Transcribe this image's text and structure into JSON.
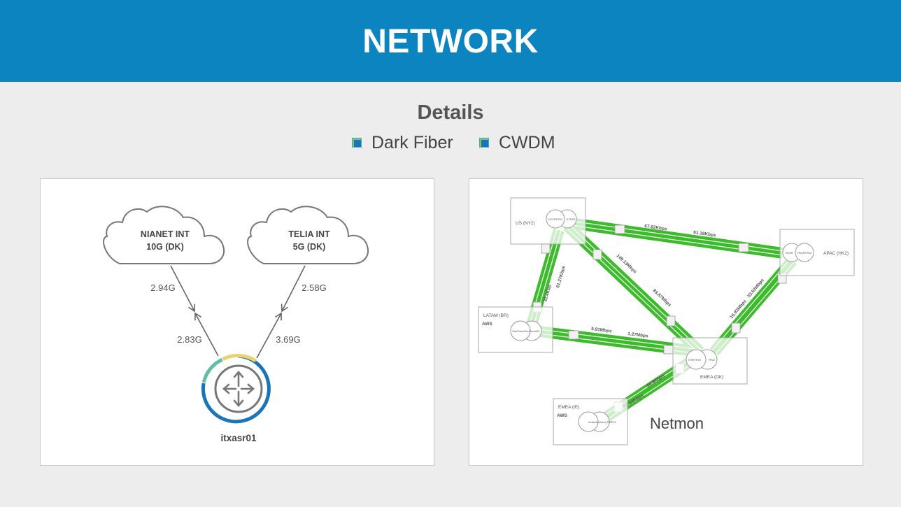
{
  "header": {
    "title": "NETWORK"
  },
  "subtitle": "Details",
  "legend": [
    {
      "label": "Dark Fiber",
      "color": "#1a74b8"
    },
    {
      "label": "CWDM",
      "color": "#1a74b8"
    }
  ],
  "left_diagram": {
    "clouds": [
      {
        "line1": "NIANET INT",
        "line2": "10G (DK)"
      },
      {
        "line1": "TELIA INT",
        "line2": "5G (DK)"
      }
    ],
    "links": {
      "nianet_in": "2.94G",
      "nianet_out": "2.83G",
      "telia_in": "2.58G",
      "telia_out": "3.69G"
    },
    "router": {
      "name": "itxasr01",
      "colors": {
        "blue": "#1a74b8",
        "teal": "#5fbfa6",
        "yellow": "#e8d36e"
      }
    }
  },
  "right_diagram": {
    "label": "Netmon",
    "link_color": "#3dbb2d",
    "sites": {
      "us": {
        "name": "US (NY2)",
        "node1": "NY2RTR01",
        "node2": "STR02"
      },
      "apac": {
        "name": "APAC (HK2)",
        "node1": "HK2R",
        "node2": "HK2RTR02"
      },
      "latam": {
        "name": "LATAM (BR)",
        "cloud": "AWS",
        "node": "SaoPauloSaoPauloR1"
      },
      "emea_dk": {
        "name": "EMEA (DK)",
        "node1": "ITXRTR01",
        "node2": "TR02"
      },
      "emea_ie": {
        "name": "EMEA (IE)",
        "cloud": "AWS",
        "node": "IrelandIreland_RRP01"
      }
    },
    "rates": {
      "us_apac_1": "67.62Kbps",
      "us_apac_2": "61.18Kbps",
      "us_dk_1": "149.13Mbps",
      "us_dk_2": "83.87Mbps",
      "us_latam": "32.4Kbp",
      "us_latam_2": "61.27Kbps",
      "latam_dk_1": "5.91Mbps",
      "latam_dk_2": "1.27Mbps",
      "apac_dk_1": "16.93Mbps",
      "apac_dk_2": "33.63Mbps",
      "ie_dk_1": "36.54Kbps",
      "ie_dk_2": "54.9Kbps"
    }
  }
}
